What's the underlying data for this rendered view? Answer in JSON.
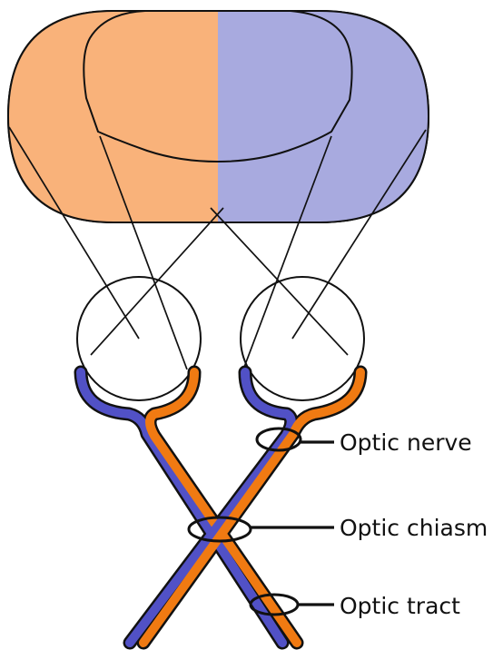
{
  "colors": {
    "left_field": "#f9b27a",
    "right_field": "#a8aadf",
    "nasal_fibers_blue": "#5151c6",
    "temporal_fibers_orange": "#f07a12",
    "outline": "#111111"
  },
  "labels": {
    "optic_nerve": "Optic nerve",
    "optic_chiasm": "Optic chiasm",
    "optic_tract": "Optic tract"
  }
}
